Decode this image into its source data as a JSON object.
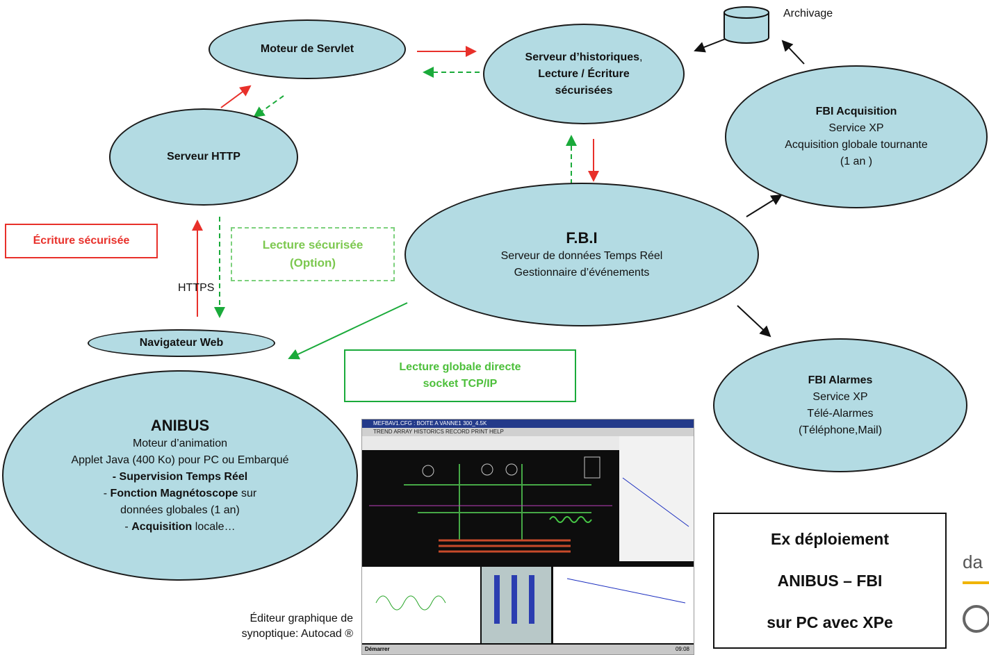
{
  "nodes": {
    "moteur_servlet": {
      "title": "Moteur de Servlet"
    },
    "serveur_historiques": {
      "line1": "Serveur d’historiques",
      "line1_suffix": ",",
      "line2": "Lecture / Écriture",
      "line3": "sécurisées"
    },
    "serveur_http": {
      "title": "Serveur HTTP"
    },
    "fbi_acquisition": {
      "title": "FBI Acquisition",
      "lines": [
        "Service XP",
        "Acquisition globale tournante",
        "(1 an )"
      ]
    },
    "fbi": {
      "title": "F.B.I",
      "lines": [
        "Serveur de données Temps Réel",
        "Gestionnaire d’événements"
      ]
    },
    "navigateur": {
      "title": "Navigateur Web"
    },
    "anibus": {
      "title": "ANIBUS",
      "l1": "Moteur d’animation",
      "l2": "Applet Java (400 Ko) pour PC ou Embarqué",
      "l3": "- Supervision Temps Réel",
      "l4_prefix": "- ",
      "l4_bold": "Fonction Magnétoscope",
      "l4_suffix": " sur",
      "l5": "données globales (1 an)",
      "l6_prefix": "- ",
      "l6_bold": "Acquisition",
      "l6_suffix": " locale…"
    },
    "fbi_alarmes": {
      "title": "FBI Alarmes",
      "lines": [
        "Service XP",
        "Télé-Alarmes",
        "(Téléphone,Mail)"
      ]
    }
  },
  "labels": {
    "archivage": "Archivage",
    "https": "HTTPS",
    "ecriture": "Écriture sécurisée",
    "lecture_line1": "Lecture sécurisée",
    "lecture_line2": "(Option)",
    "globale_line1": "Lecture globale directe",
    "globale_line2": "socket TCP/IP",
    "editeur_line1": "Éditeur graphique de",
    "editeur_line2": "synoptique: Autocad ®",
    "deploiement": [
      "Ex déploiement",
      "ANIBUS – FBI",
      "sur PC avec XPe"
    ],
    "logo_fragment": "da"
  },
  "screenshot": {
    "title": "MEFBAV1.CFG  :  BOITE A VANNE1 300_4.5K",
    "menu": "TREND  ARRAY  HISTORICS  RECORD  PRINT  HELP",
    "start": "Démarrer",
    "clock": "09:08"
  },
  "colors": {
    "ellipse_fill": "#b3dbe3",
    "red": "#e8302a",
    "green": "#1aaa3a",
    "black": "#111111",
    "accent_orange": "#f0b400"
  }
}
